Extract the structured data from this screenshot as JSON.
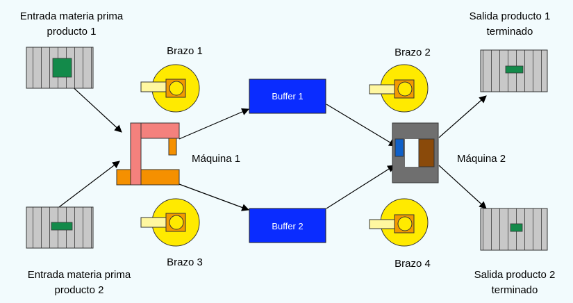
{
  "labels": {
    "input1_line1": "Entrada materia prima",
    "input1_line2": "producto 1",
    "input2_line1": "Entrada materia prima",
    "input2_line2": "producto 2",
    "arm1": "Brazo 1",
    "arm2": "Brazo 2",
    "arm3": "Brazo 3",
    "arm4": "Brazo 4",
    "buffer1": "Buffer 1",
    "buffer2": "Buffer 2",
    "machine1": "Máquina 1",
    "machine2": "Máquina 2",
    "output1_line1": "Salida producto 1",
    "output1_line2": "terminado",
    "output2_line1": "Salida producto 2",
    "output2_line2": "terminado"
  },
  "colors": {
    "background": "#f2fbfd",
    "conveyor": "#c8c8c8",
    "product": "#138a4a",
    "arm_base": "#ffea00",
    "arm_joint": "#f39a00",
    "arm_link": "#fff7a0",
    "buffer": "#0a2cff",
    "machine1_top": "#f4817d",
    "machine1_base": "#f59000",
    "machine2_frame": "#6f6f6f",
    "machine2_left": "#0f60c8",
    "machine2_right": "#8a4a0a"
  }
}
